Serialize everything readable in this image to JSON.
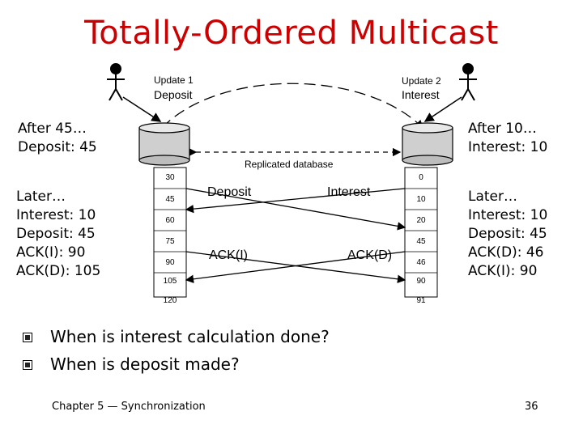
{
  "slide": {
    "title": "Totally-Ordered Multicast",
    "footer_left": "Chapter 5 — Synchronization",
    "page_number": "36"
  },
  "diagram": {
    "update1_label": "Update 1",
    "update1_sub": "Deposit",
    "update2_label": "Update 2",
    "update2_sub": "Interest",
    "db_label": "Replicated database",
    "left_note_top": "After 45…\nDeposit: 45",
    "right_note_top": "After 10…\nInterest: 10",
    "left_note_bottom": "Later…\nInterest: 10\nDeposit: 45\nACK(I): 90\nACK(D): 105",
    "right_note_bottom": "Later…\nInterest: 10\nDeposit: 45\nACK(D): 46\nACK(I): 90",
    "msg_deposit": "Deposit",
    "msg_interest": "Interest",
    "msg_ack_i": "ACK(I)",
    "msg_ack_d": "ACK(D)",
    "left_clock": [
      "30",
      "45",
      "60",
      "75",
      "90",
      "105",
      "120"
    ],
    "right_clock": [
      "0",
      "10",
      "20",
      "45",
      "46",
      "90",
      "91"
    ]
  },
  "questions": [
    "When is interest calculation done?",
    "When is deposit made?"
  ]
}
